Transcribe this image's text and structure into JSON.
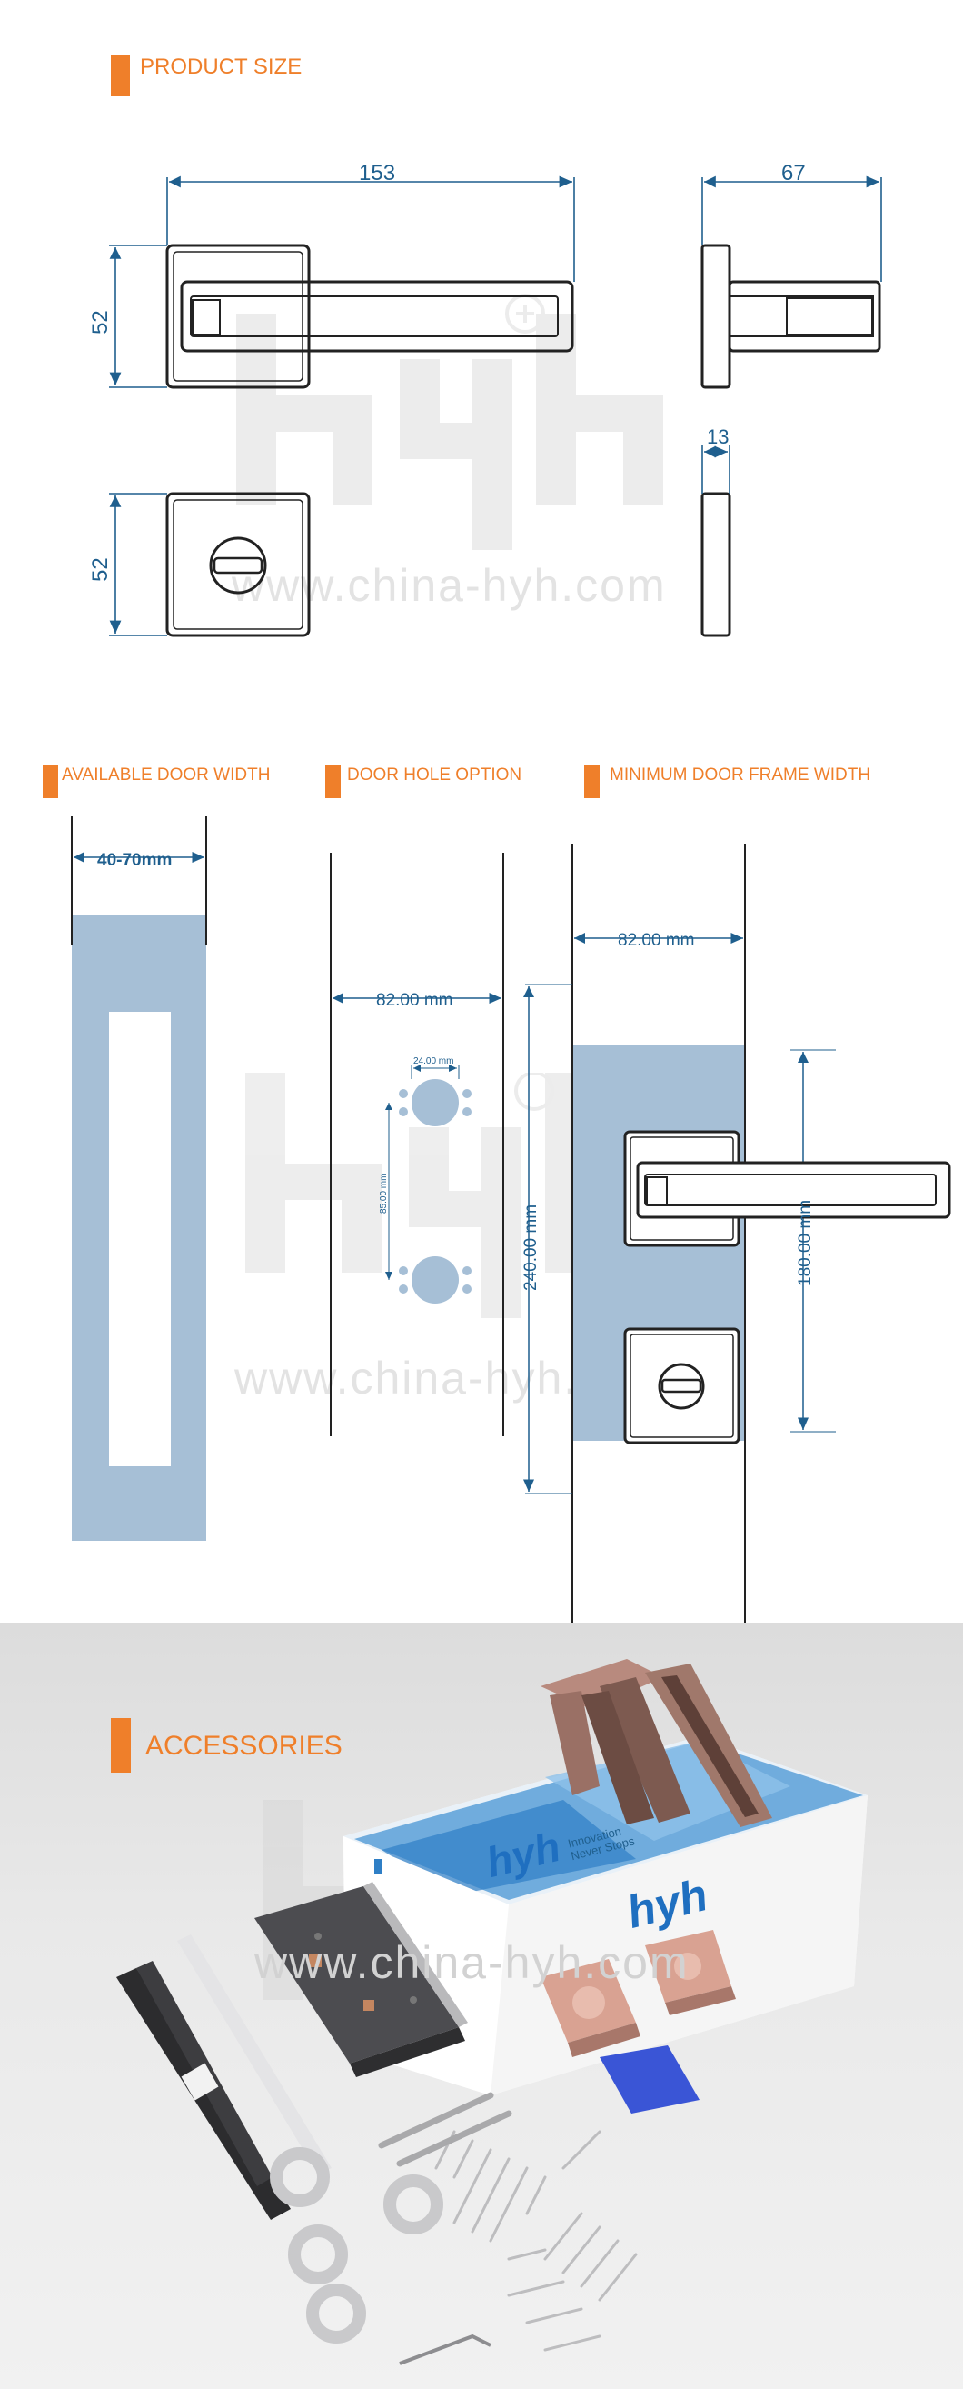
{
  "colors": {
    "accent": "#ef7f2a",
    "dimension": "#1f5f8e",
    "door_fill": "#a6bfd6",
    "line": "#2a2a2a"
  },
  "product_size": {
    "title": "PRODUCT SIZE",
    "dim_width": "153",
    "dim_depth": "67",
    "dim_height_handle": "52",
    "dim_height_rose": "52",
    "dim_thickness": "13"
  },
  "watermark": {
    "url": "www.china-hyh.com"
  },
  "door_width": {
    "title": "AVAILABLE DOOR WIDTH",
    "range": "40-70mm"
  },
  "door_hole": {
    "title": "DOOR HOLE OPTION",
    "backset": "82.00 mm",
    "hole_dia": "24.00 mm",
    "hole_spacing": "85.00 mm"
  },
  "frame_width": {
    "title": "MINIMUM DOOR FRAME WIDTH",
    "width": "82.00 mm",
    "height_total": "240.00 mm",
    "height_handle": "180.00 mm"
  },
  "accessories": {
    "title": "ACCESSORIES",
    "box_brand": "hyh",
    "box_tagline_1": "Innovation",
    "box_tagline_2": "Never Stops"
  }
}
